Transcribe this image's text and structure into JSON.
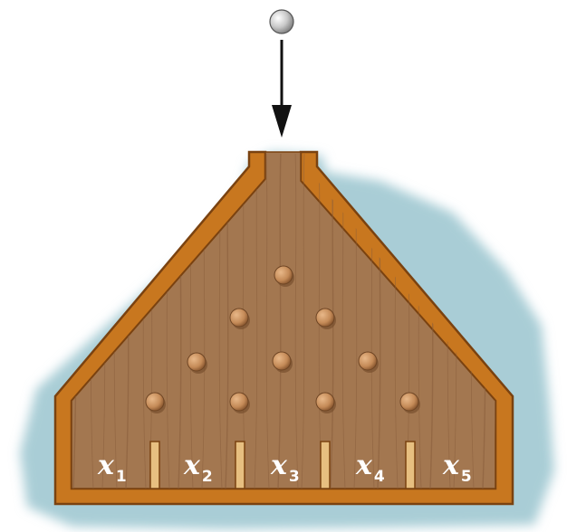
{
  "colors": {
    "background_wash": "#a9cdd6",
    "frame": "#c8771f",
    "frame_edge": "#7a4210",
    "board": "#a37750",
    "board_grain": "#8a5f3c",
    "peg": "#c99060",
    "peg_shadow": "#6e4524",
    "divider": "#e7bf80",
    "ball": "#c9c9c9",
    "arrow": "#111111"
  },
  "icons": {
    "ball": "falling-ball-icon",
    "arrow": "down-arrow-icon"
  },
  "bins": [
    {
      "var": "x",
      "sub": "1"
    },
    {
      "var": "x",
      "sub": "2"
    },
    {
      "var": "x",
      "sub": "3"
    },
    {
      "var": "x",
      "sub": "4"
    },
    {
      "var": "x",
      "sub": "5"
    }
  ]
}
